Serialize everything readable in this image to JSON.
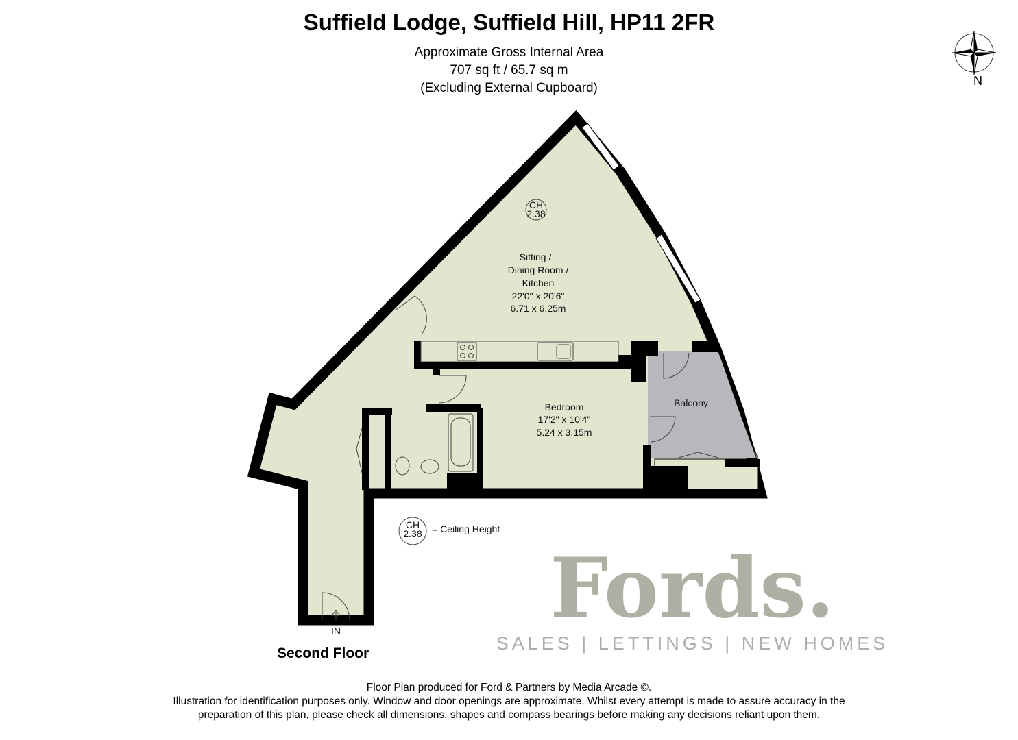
{
  "title": "Suffield Lodge, Suffield Hill, HP11 2FR",
  "area": {
    "line1": "Approximate Gross Internal Area",
    "line2": "707 sq ft / 65.7 sq m",
    "line3": "(Excluding External Cupboard)"
  },
  "compass": {
    "icon": "compass-rose-icon",
    "label": "N"
  },
  "rooms": {
    "sitting": {
      "name1": "Sitting /",
      "name2": "Dining Room /",
      "name3": "Kitchen",
      "imperial": "22'0\" x 20'6\"",
      "metric": "6.71 x 6.25m"
    },
    "bedroom": {
      "name": "Bedroom",
      "imperial": "17'2\" x 10'4\"",
      "metric": "5.24 x 3.15m"
    },
    "balcony": {
      "name": "Balcony"
    }
  },
  "ceiling": {
    "abbr": "CH",
    "value": "2.38",
    "legend": "= Ceiling Height"
  },
  "entrance": "IN",
  "floor_label": "Second Floor",
  "watermark": {
    "brand": "Fords.",
    "tagline": "SALES | LETTINGS | NEW HOMES"
  },
  "colors": {
    "room_fill": "#e4e5cf",
    "balcony_fill": "#b8b8bc",
    "wall": "#000000"
  },
  "footer": {
    "line1": "Floor Plan produced for Ford & Partners by Media Arcade ©.",
    "line2": "Illustration for identification purposes only. Window and door openings are approximate. Whilst every attempt is made to assure accuracy in the",
    "line3": "preparation of this plan, please check all dimensions, shapes and compass bearings before making any decisions reliant upon them."
  }
}
